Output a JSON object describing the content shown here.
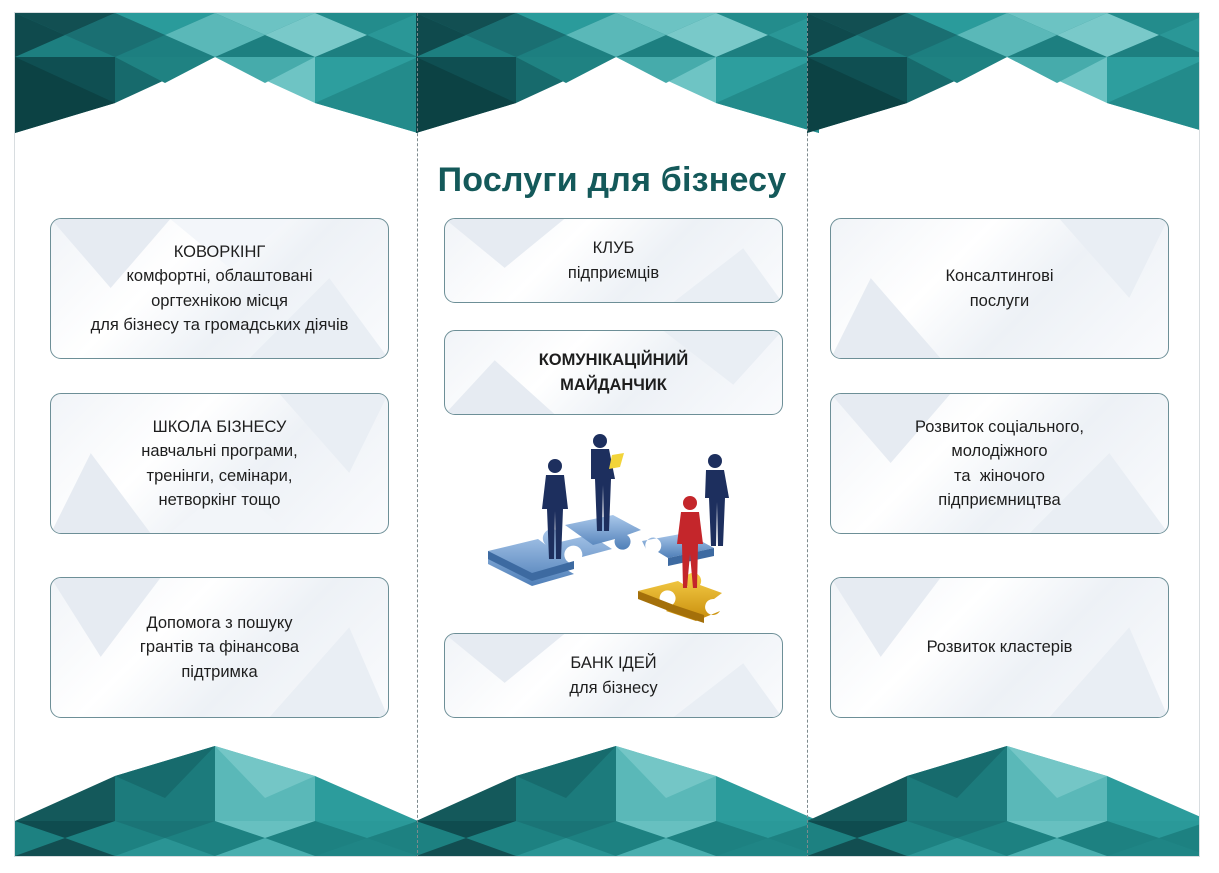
{
  "page_title": "Послуги для бізнесу",
  "colors": {
    "teal_dark": "#0f4f52",
    "teal": "#1e8a8a",
    "teal_mid": "#2ea0a0",
    "teal_light": "#6cc3c3",
    "title": "#14595a",
    "card_border": "#6d8f97",
    "figure_navy": "#1d2f5e",
    "figure_red": "#c4262b",
    "puzzle_blue": "#7ea7d6",
    "puzzle_gold": "#e7b21a"
  },
  "illustration": {
    "icon": "business-people-on-puzzle-pieces-icon"
  },
  "left_column": [
    {
      "lines": [
        "КОВОРКІНГ",
        "комфортні, облаштовані",
        "оргтехнікою місця",
        "для бізнесу та громадських діячів"
      ]
    },
    {
      "lines": [
        "ШКОЛА БІЗНЕСУ",
        "навчальні програми,",
        "тренінги, семінари,",
        "нетворкінг тощо"
      ]
    },
    {
      "lines": [
        "Допомога з пошуку",
        "грантів та фінансова",
        "підтримка"
      ]
    }
  ],
  "center_column": [
    {
      "lines": [
        "КЛУБ",
        "підприємців"
      ]
    },
    {
      "lines": [
        "КОМУНІКАЦІЙНИЙ",
        "МАЙДАНЧИК"
      ]
    },
    {
      "lines": [
        "БАНК ІДЕЙ",
        "для бізнесу"
      ]
    }
  ],
  "right_column": [
    {
      "lines": [
        "Консалтингові",
        "послуги"
      ]
    },
    {
      "lines": [
        "Розвиток соціального,",
        "молодіжного",
        "та  жіночого",
        "підприємництва"
      ]
    },
    {
      "lines": [
        "Розвиток кластерів"
      ]
    }
  ]
}
